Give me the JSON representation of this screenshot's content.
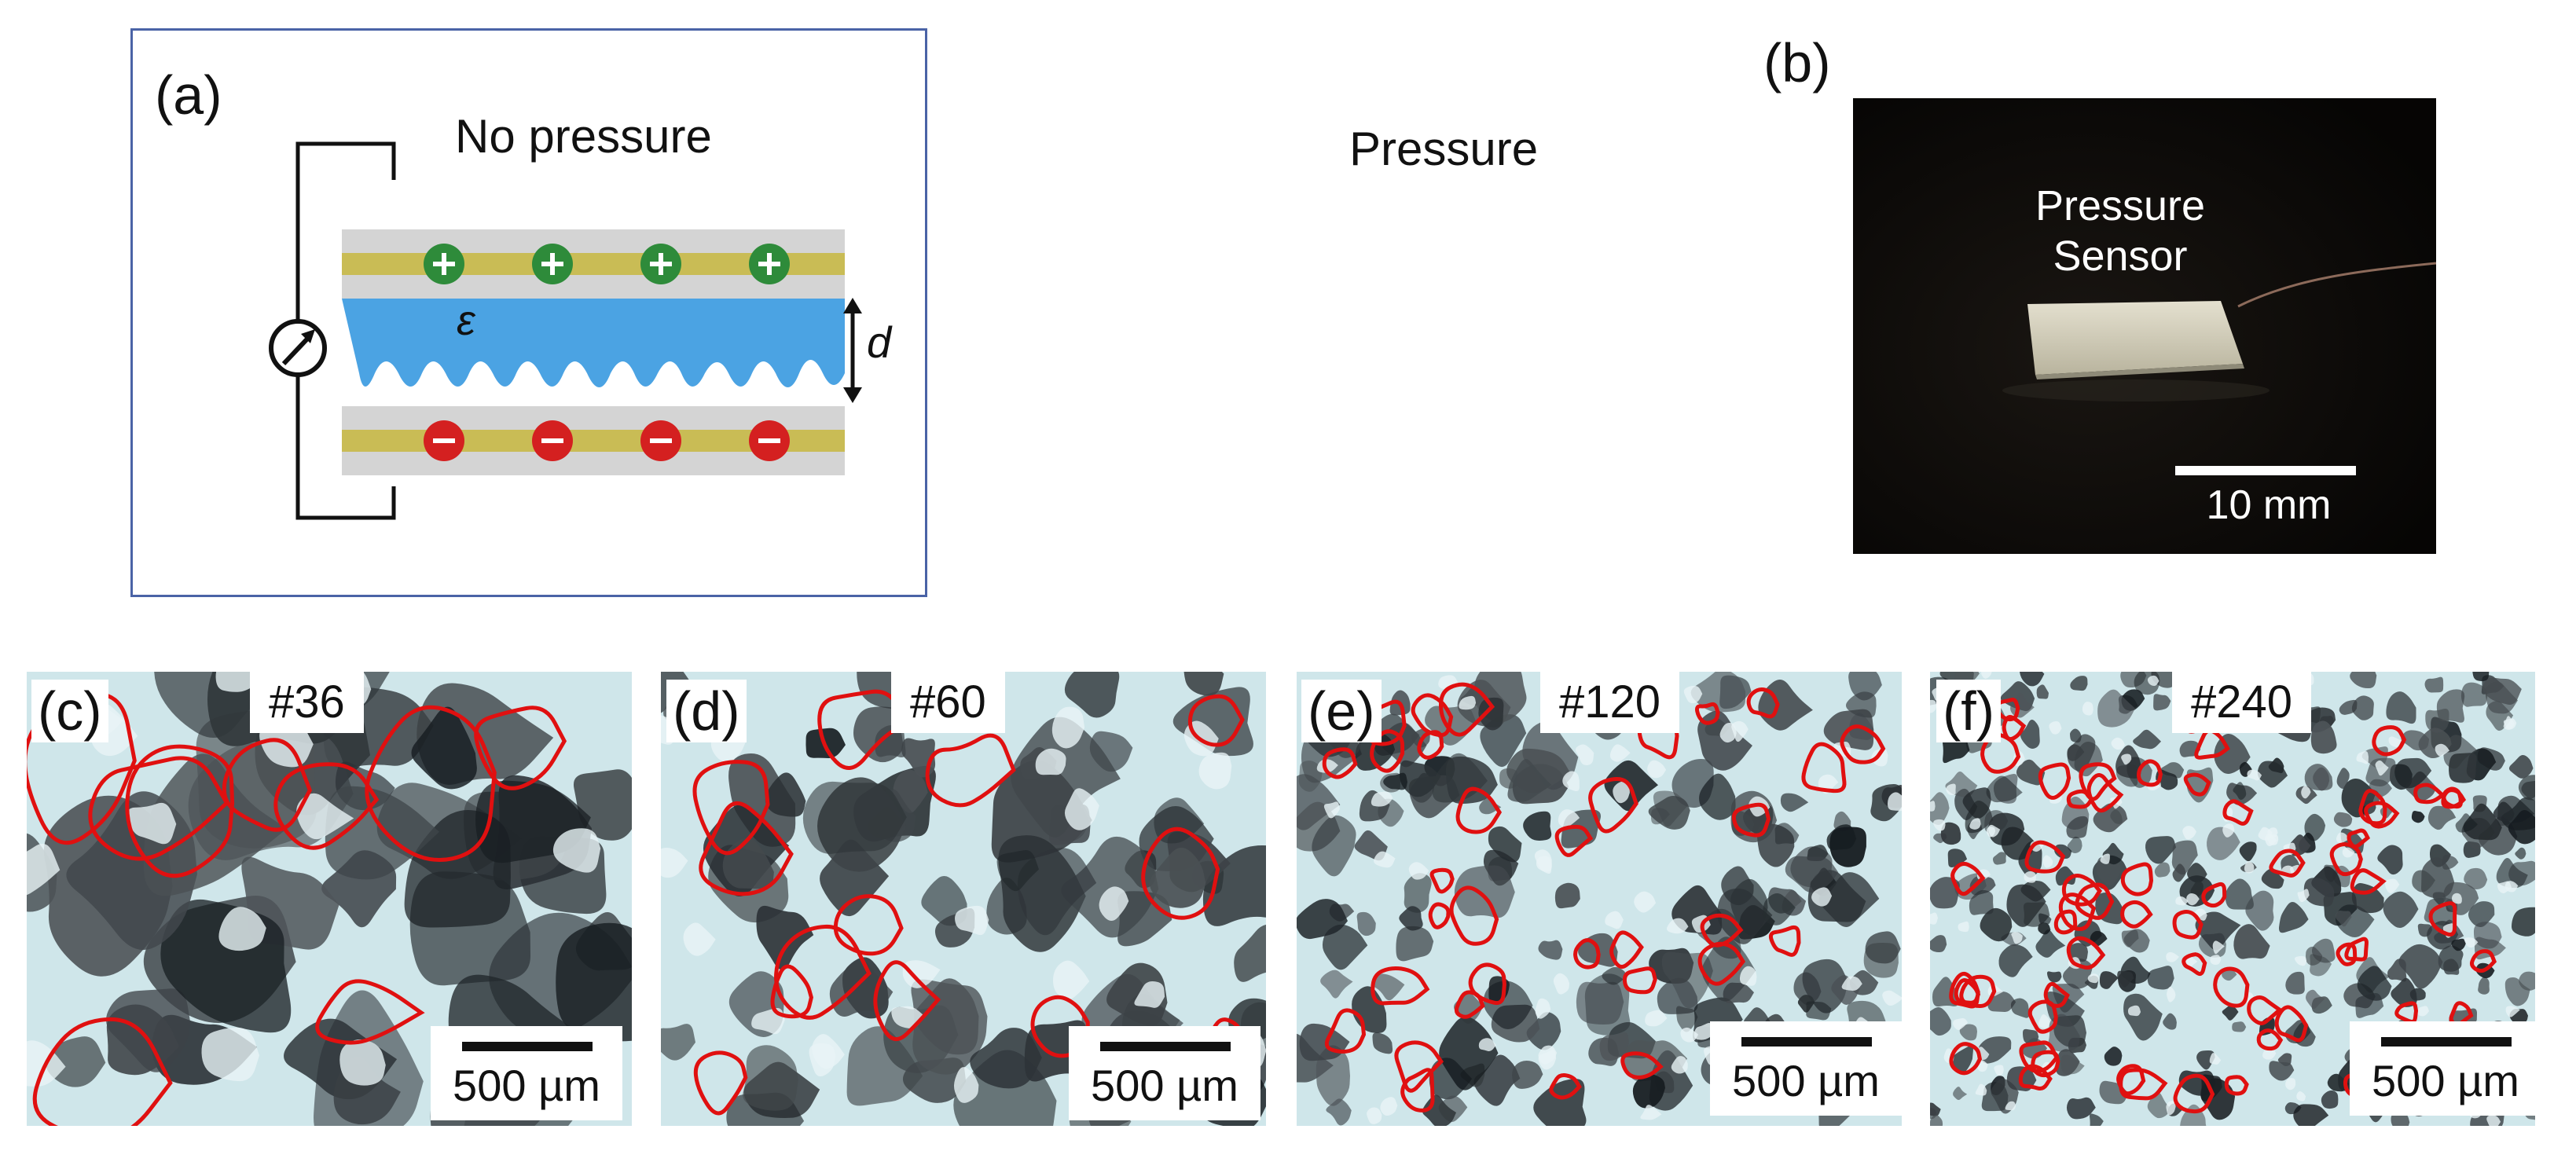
{
  "panel_a": {
    "label": "(a)",
    "left_state": "No pressure",
    "right_state": "Pressure",
    "permittivity_symbol": "ε",
    "distance_symbol": "d"
  },
  "panel_b": {
    "label": "(b)",
    "sensor_line1": "Pressure",
    "sensor_line2": "Sensor",
    "scale": "10 mm"
  },
  "micrographs": [
    {
      "label": "(c)",
      "tag": "#36",
      "scale": "500 µm"
    },
    {
      "label": "(d)",
      "tag": "#60",
      "scale": "500 µm"
    },
    {
      "label": "(e)",
      "tag": "#120",
      "scale": "500 µm"
    },
    {
      "label": "(f)",
      "tag": "#240",
      "scale": "500 µm"
    }
  ],
  "colors": {
    "frame": "#4a63a6",
    "dielectric": "#4ba3e3",
    "electrode": "#c9bc55",
    "substrate": "#d4d4d4",
    "positive_charge": "#2e8b3a",
    "negative_charge": "#d42020",
    "pore_outline": "#e01010"
  },
  "icons": [
    "ammeter-icon",
    "pressure-arrow-icon",
    "positive-charge-icon",
    "negative-charge-icon"
  ]
}
